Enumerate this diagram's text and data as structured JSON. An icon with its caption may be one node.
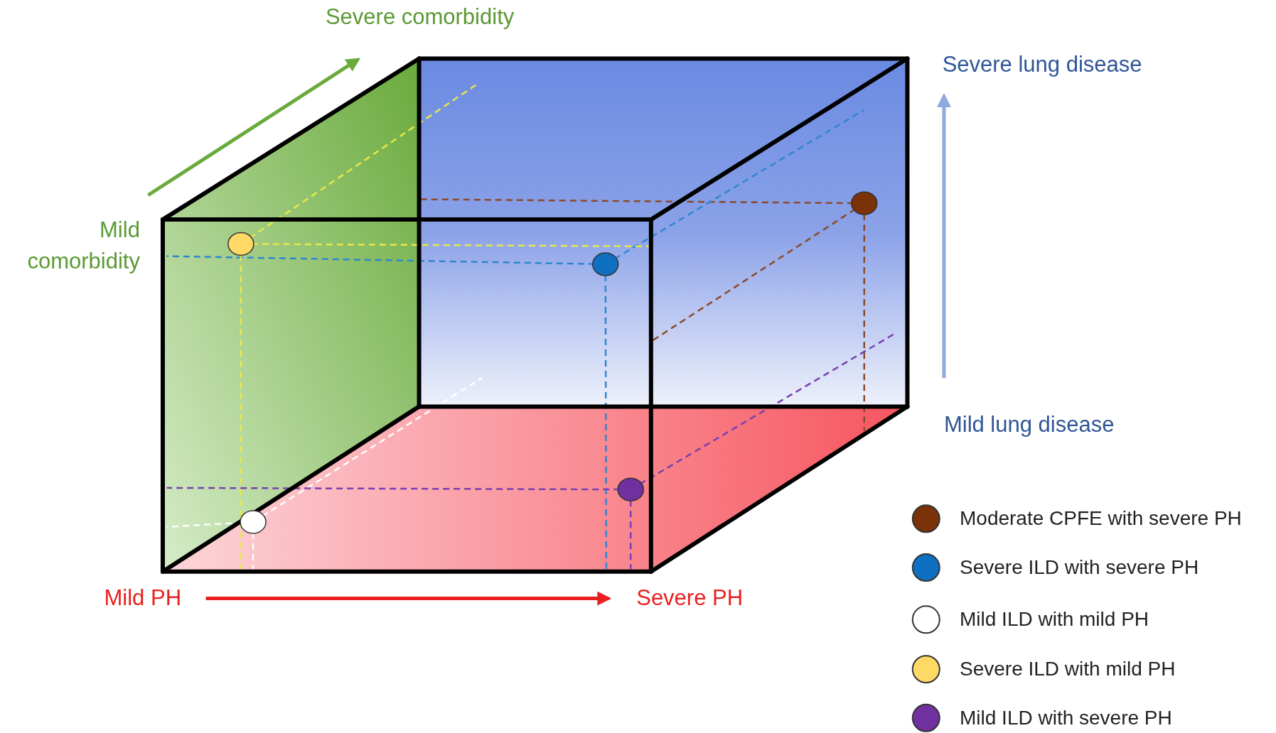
{
  "diagram": {
    "labels": [
      "Severe comorbidity",
      "Mild comorbidity",
      "Severe lung disease",
      "Mild lung disease",
      "Mild PH",
      "Severe PH"
    ],
    "legend": [
      {
        "text": "Moderate CPFE with severe PH",
        "color": "#7b3209"
      },
      {
        "text": "Severe ILD with severe PH",
        "color": "#0f6fc0"
      },
      {
        "text": "Mild ILD with mild PH",
        "color": "#ffffff"
      },
      {
        "text": "Severe ILD with mild PH",
        "color": "#ffd966"
      },
      {
        "text": "Mild ILD with severe PH",
        "color": "#7030a0"
      }
    ]
  }
}
